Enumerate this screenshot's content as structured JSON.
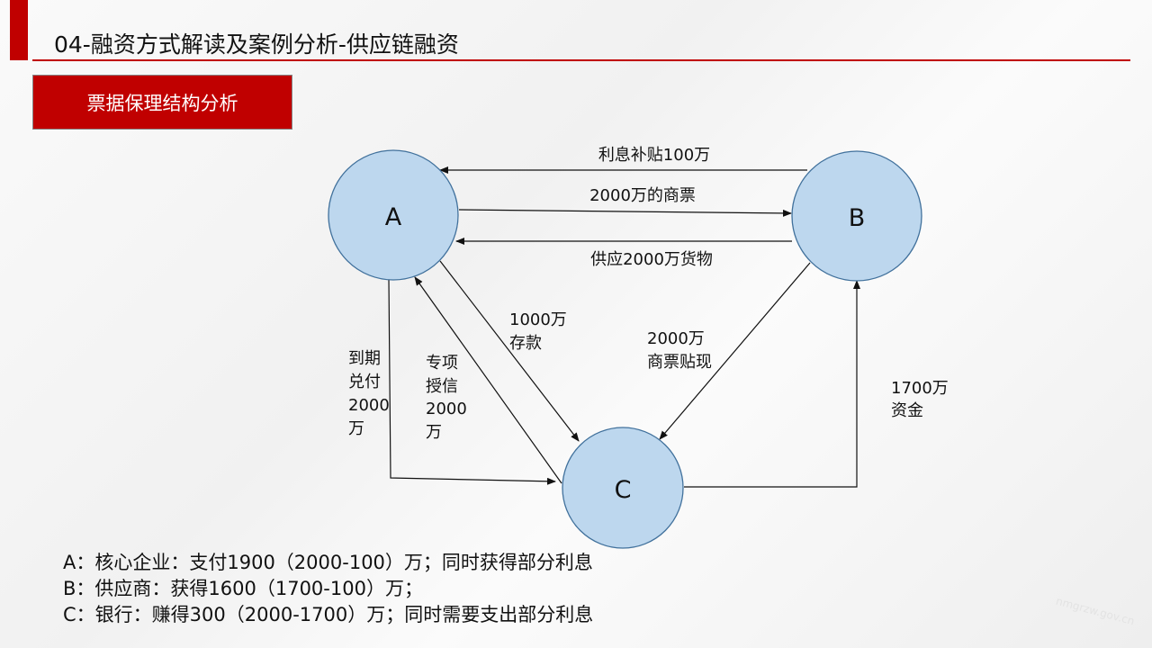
{
  "header": {
    "title": "04-融资方式解读及案例分析-供应链融资",
    "section": "票据保理结构分析"
  },
  "nodes": {
    "a": "A",
    "b": "B",
    "c": "C"
  },
  "edges": {
    "b_to_a_interest": "利息补贴100万",
    "a_to_b_bill": "2000万的商票",
    "b_to_a_goods": "供应2000万货物",
    "a_to_c_deposit": [
      "1000万",
      "存款"
    ],
    "b_to_c_discount": [
      "2000万",
      "商票贴现"
    ],
    "a_to_c_payment": [
      "到期",
      "兑付",
      "2000",
      "万"
    ],
    "c_to_a_credit": [
      "专项",
      "授信",
      "2000",
      "万"
    ],
    "c_to_b_funds": [
      "1700万",
      "资金"
    ]
  },
  "summary": [
    "A：核心企业：支付1900（2000-100）万；同时获得部分利息",
    "B：供应商：获得1600（1700-100）万；",
    "C：银行：赚得300（2000-1700）万；同时需要支出部分利息"
  ],
  "watermark": "nmgrzw.gov.cn",
  "colors": {
    "accent": "#c00000",
    "node_fill": "#bdd7ee",
    "node_stroke": "#41719c"
  }
}
